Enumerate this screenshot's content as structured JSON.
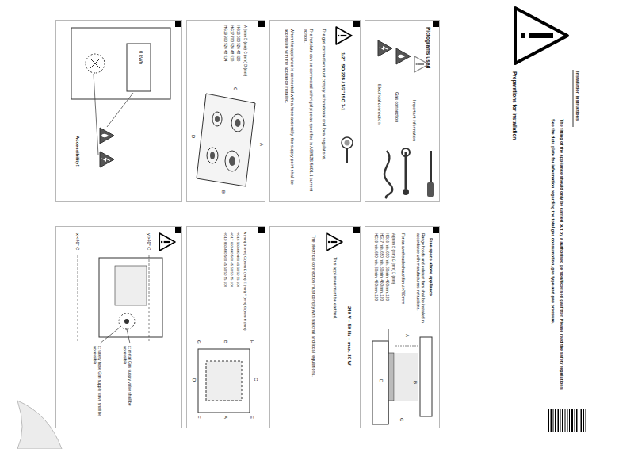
{
  "diagram": {
    "title": "Installation instructions",
    "nodes": [
      {
        "text": [
          "Pictograms used",
          "Important information",
          "Gas connection",
          "Electrical connection"
        ]
      },
      {
        "text": [
          "Free space above appliance",
          "Range hoods and exhaust fans shall be installed in accordance with manufacturers instructions.",
          "For an overhead exhaust fan A>750 mm",
          "A (mm) B (mm) C (mm) D (mm)",
          "HG16 min. 650 min. 50 min. 450 min. 120",
          "HG17 min. 650 min. 50 min. 450 min. 120",
          "HG19 min. 650 min. 50 min. 450 min. 120"
        ]
      },
      {
        "text": [
          "1/2\" ISO 228 / 1/2\" ISO 7-1",
          "The gas connection must comply with national and local regulations.",
          "The hotplate can be connected with rigid pipe as specified in AS/NZS 5601.1 current edition.",
          "When the appliance is connected with a hose assembly, the supply point shall be accessible with the appliance installed."
        ]
      },
      {
        "text": [
          "240 V ~ 50 Hz ~ max. 30 W",
          "This appliance must be earthed.",
          "The electrical connection must comply with national and local regulations."
        ]
      },
      {
        "text": [
          "A (mm) B (mm) C (mm) D (mm)",
          "HG16 600 526 48 520",
          "HG17 700 526 48 510",
          "HG19 900 526 48 514"
        ]
      },
      {
        "text": [
          "A (mm) B (mm) C (mm) D (mm) E (mm) F (mm) G (mm) H (mm)",
          "HG16 560 490 480 45 50 50 55 100",
          "HG17 660 490 560 45 50 50 55 100",
          "HG19 860 490 560 45 50 50 55 100"
        ]
      },
      {
        "text": [
          "0 kWh",
          "Accessibility!"
        ]
      },
      {
        "text": [
          "y >40° C",
          "x <40° C",
          "x: metal Gas supply valve shall be accessible",
          "x: safety hose Gas supply valve shall be accessible"
        ]
      }
    ],
    "labels": [
      "The fitting of the appliance should only be carried out by a authorised person/licensed gasfitter. Please read the safety regulations.",
      "See the data plate for information regarding the total gas consumption, gas type and gas pressure.",
      "Preparations for installation",
      "A",
      "B",
      "C",
      "D",
      "A",
      "B",
      "C",
      "D",
      "A",
      "B",
      "C",
      "D",
      "E",
      "F",
      "G",
      "H"
    ]
  }
}
